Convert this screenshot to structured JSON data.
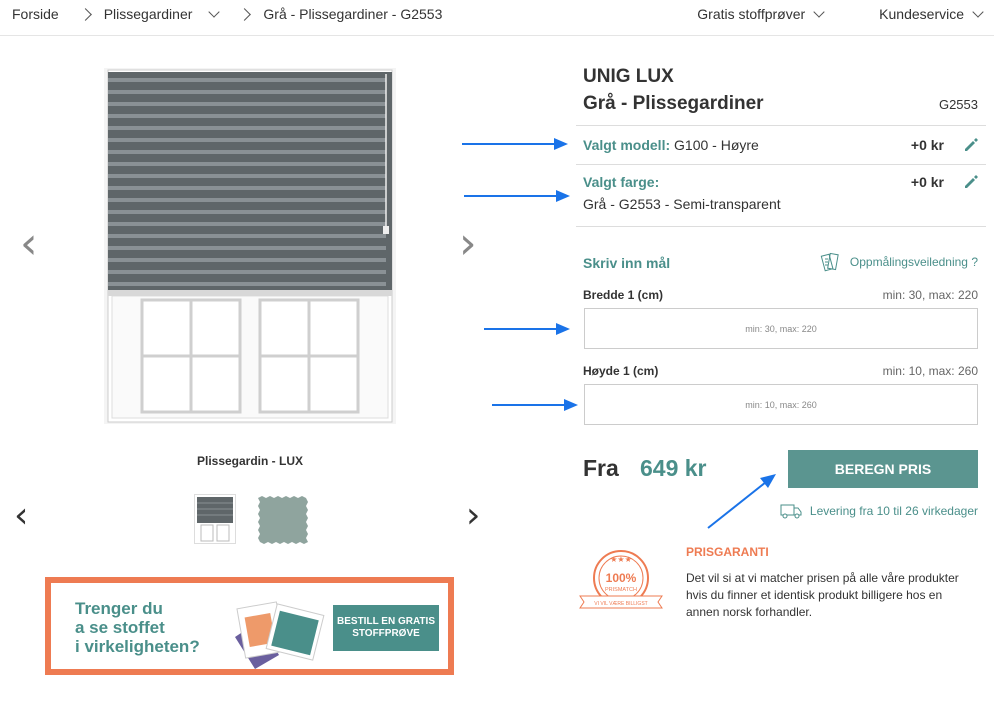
{
  "breadcrumb": {
    "items": [
      "Forside",
      "Plissegardiner",
      "Grå - Plissegardiner - G2553"
    ]
  },
  "top_nav": {
    "samples": "Gratis stoffprøver",
    "service": "Kundeservice"
  },
  "gallery": {
    "caption": "Plissegardin - LUX",
    "prev_glyph": "‹",
    "next_glyph": "›"
  },
  "banner": {
    "text_line1": "Trenger du",
    "text_line2": "a se stoffet",
    "text_line3": "i virkeligheten?",
    "button": "BESTILL EN GRATIS STOFFPRØVE"
  },
  "product": {
    "brand": "UNIG LUX",
    "subtitle": "Grå - Plissegardiner",
    "sku": "G2553"
  },
  "options": {
    "model_label": "Valgt modell:",
    "model_value": "G100 - Høyre",
    "model_price": "+0 kr",
    "color_label": "Valgt farge:",
    "color_value": "Grå - G2553 - Semi-transparent",
    "color_price": "+0 kr"
  },
  "measure": {
    "title": "Skriv inn mål",
    "guide_link": "Oppmålingsveiledning ?",
    "width_label": "Bredde 1 (cm)",
    "width_hint": "min: 30, max: 220",
    "width_placeholder": "min: 30, max: 220",
    "height_label": "Høyde 1 (cm)",
    "height_hint": "min: 10, max: 260",
    "height_placeholder": "min: 10, max: 260"
  },
  "pricing": {
    "from_label": "Fra",
    "price": "649 kr",
    "cta": "BEREGN PRIS",
    "delivery": "Levering fra 10 til 26 virkedager"
  },
  "guarantee": {
    "badge_percent": "100%",
    "badge_word": "PRISMATCH",
    "badge_ribbon": "VI VIL VÆRE BILLIGST",
    "title": "PRISGARANTI",
    "text": "Det vil si at vi matcher prisen på alle våre produkter hvis du finner et identisk produkt billigere hos en annen norsk forhandler."
  },
  "colors": {
    "accent": "#4a8f8a",
    "orange": "#ee7b52",
    "annotation_arrow": "#1a73e8"
  }
}
